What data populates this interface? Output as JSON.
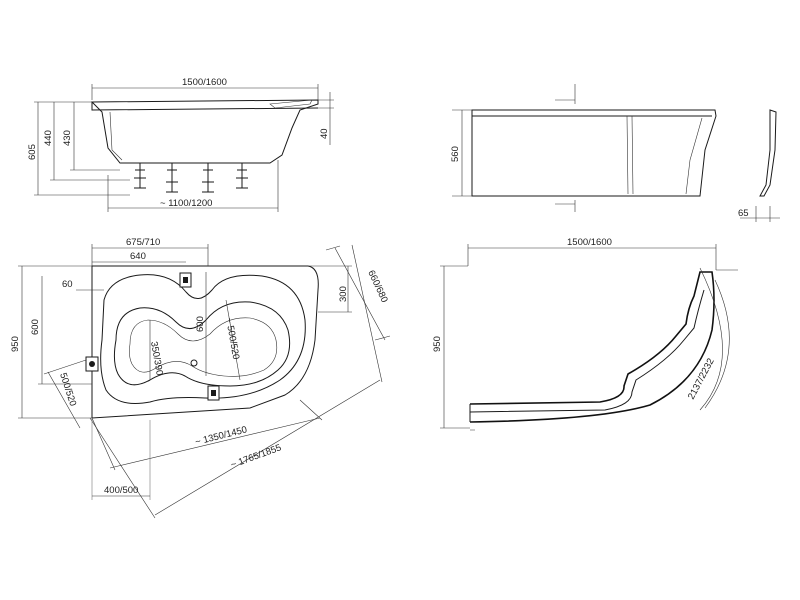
{
  "front_view": {
    "length": "1500/1600",
    "total_height": "605",
    "rim_height": "440",
    "inner_depth": "430",
    "side_height": "40",
    "leg_span": "1100/1200"
  },
  "side_panel_view": {
    "height": "560",
    "offset": "65"
  },
  "top_view": {
    "width_step": "675/710",
    "inner_width": "640",
    "drain_offset": "60",
    "side_depth": "300",
    "diagonal_depth": "660/680",
    "depth": "950",
    "inner_depth": "600",
    "basin_length": "600",
    "basin_width_right": "500/520",
    "basin_width_left": "350/390",
    "corner_width": "500/520",
    "front_length": "1350/1450",
    "diagonal_length": "1765/1855",
    "base_offset": "400/500"
  },
  "panel_plan_view": {
    "length": "1500/1600",
    "depth": "950",
    "arc_length": "2137/2232"
  }
}
